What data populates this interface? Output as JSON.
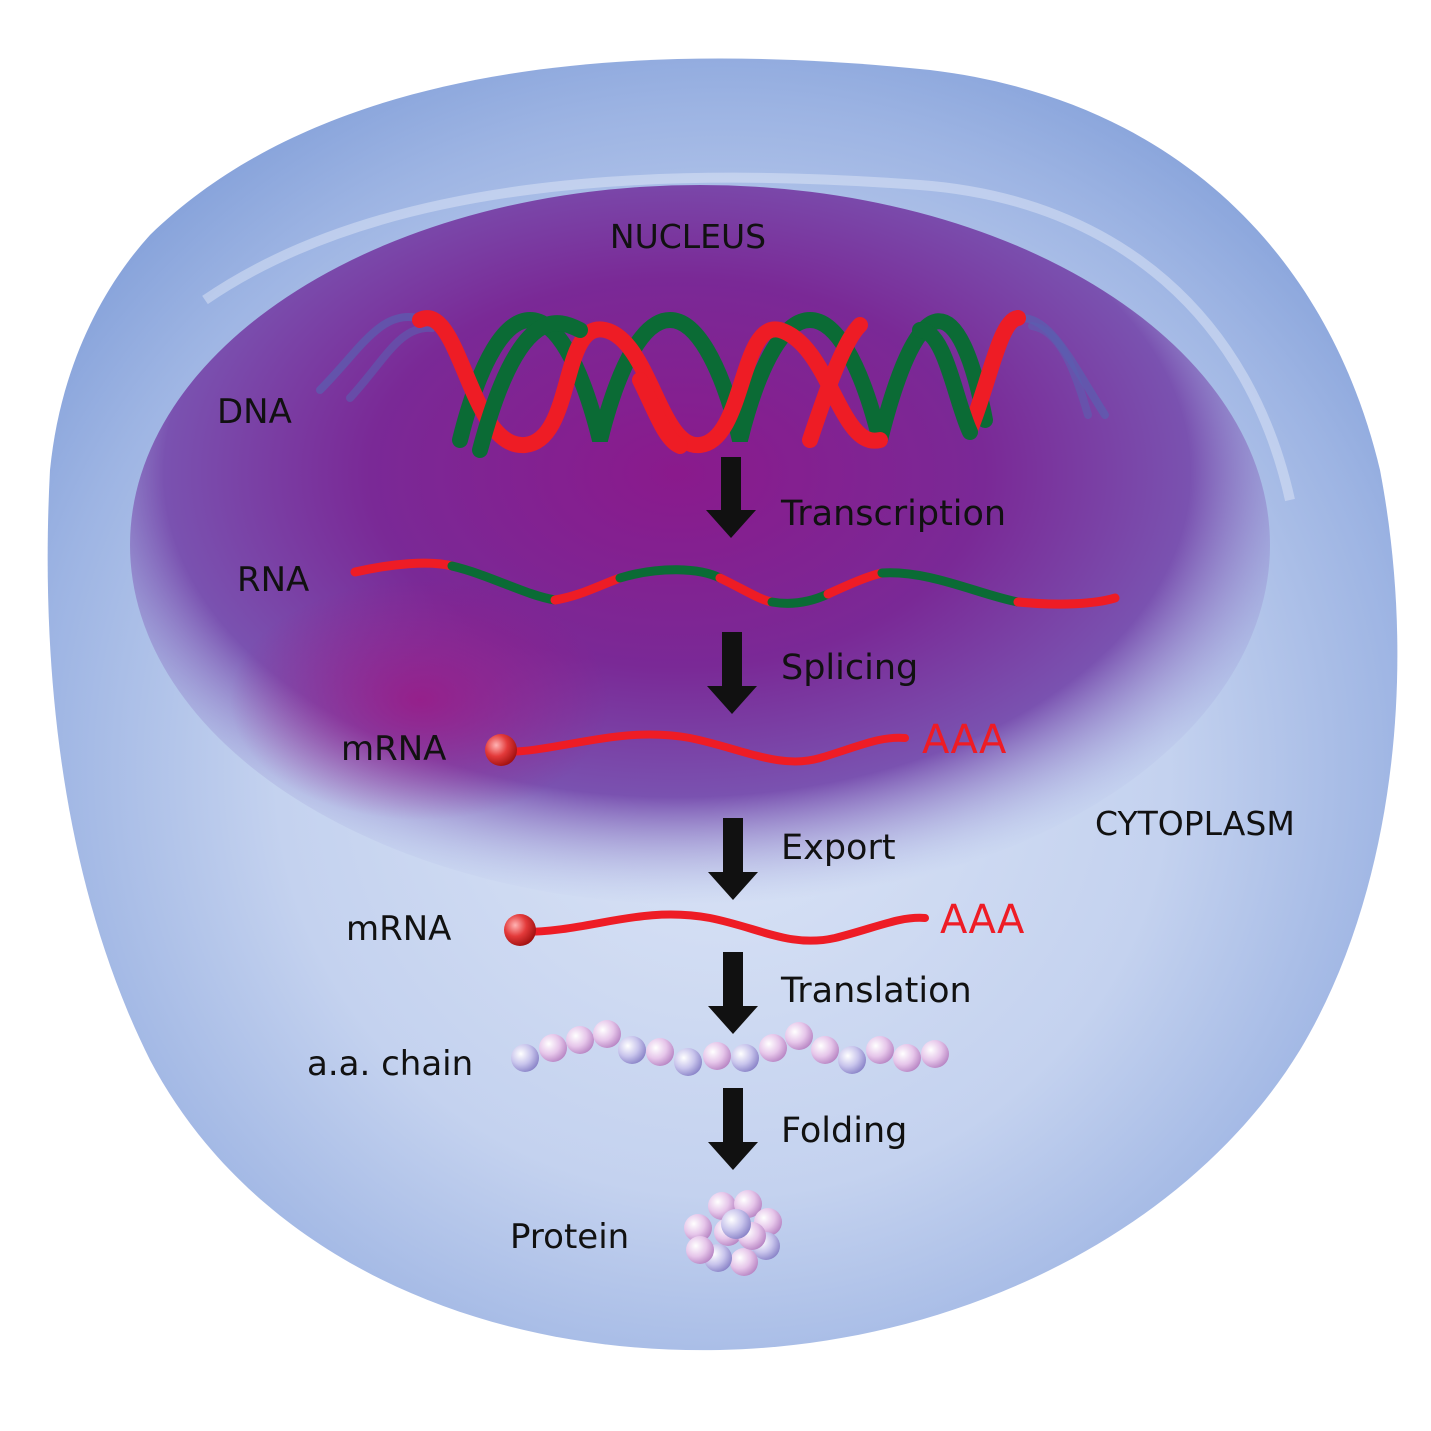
{
  "regions": {
    "nucleus": "NUCLEUS",
    "cytoplasm": "CYTOPLASM"
  },
  "molecules": {
    "dna": "DNA",
    "rna": "RNA",
    "mrna_nuclear": "mRNA",
    "mrna_cytoplasmic": "mRNA",
    "aa_chain": "a.a. chain",
    "protein": "Protein"
  },
  "polyA": {
    "nuclear": "AAA",
    "cytoplasmic": "AAA"
  },
  "steps": {
    "transcription": "Transcription",
    "splicing": "Splicing",
    "export": "Export",
    "translation": "Translation",
    "folding": "Folding"
  },
  "colors": {
    "strand_red": "#ee1c25",
    "strand_green": "#0b6b35",
    "strand_blue": "#5a5fb0",
    "cell": "#8fa9dd",
    "nucleus": "#8a1f8f",
    "arrow": "#111111"
  }
}
